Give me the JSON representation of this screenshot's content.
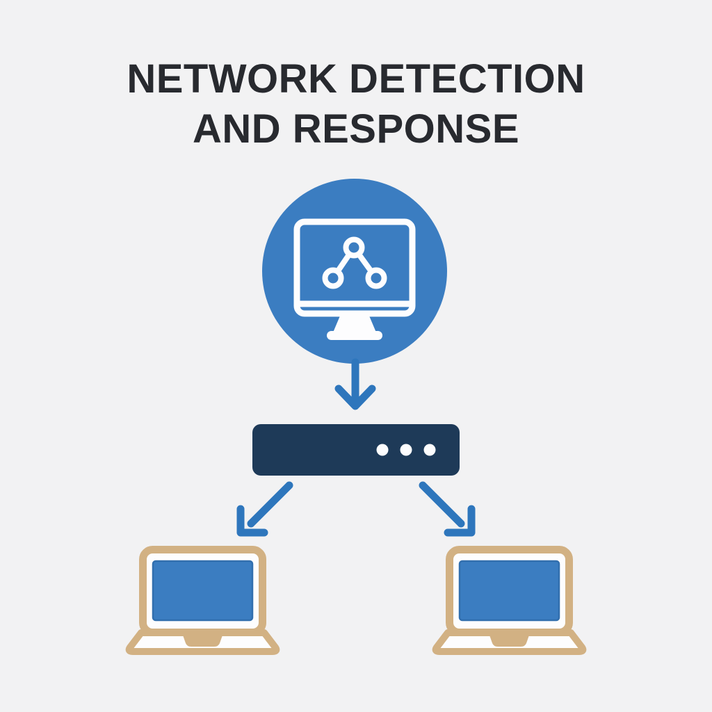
{
  "title": {
    "line1": "NETWORK DETECTION",
    "line2": "AND RESPONSE"
  },
  "colors": {
    "background": "#f2f2f3",
    "title_ink": "#282a2f",
    "blue": "#3b7dc1",
    "arrow_blue": "#2e76bc",
    "appliance_navy": "#1e3a58",
    "laptop_tan": "#d2b183",
    "icon_white": "#fdfdfe",
    "screen_edge_blue": "#326fae"
  },
  "diagram": {
    "center_node": "monitoring-console-badge",
    "center_icon": "monitor-with-network-nodes-icon",
    "network_glyph_node_count": 3,
    "middle_node": "network-appliance",
    "appliance_status_dots": 3,
    "endpoint_nodes": [
      "laptop-left",
      "laptop-right"
    ],
    "connections": [
      "console-to-appliance",
      "appliance-to-laptop-left",
      "appliance-to-laptop-right"
    ]
  }
}
